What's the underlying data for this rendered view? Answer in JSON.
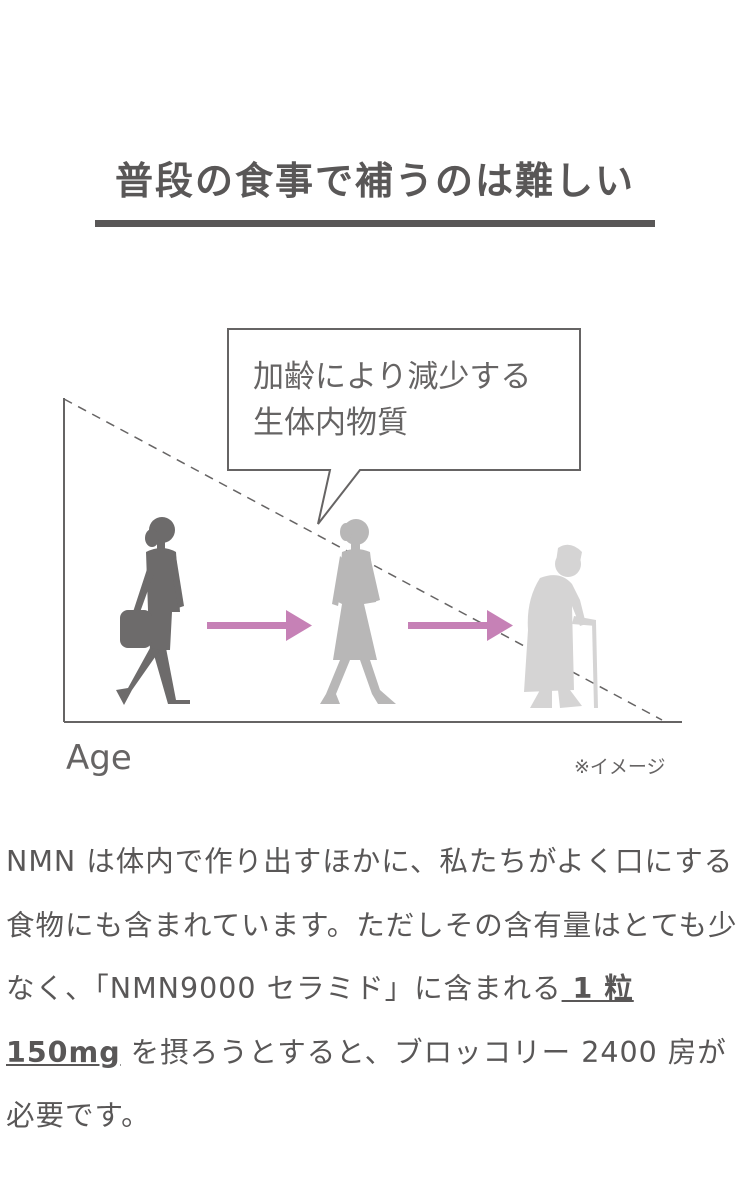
{
  "heading": {
    "title": "普段の食事で補うのは難しい"
  },
  "figure": {
    "bubble_text": "加齢により減少する\n生体内物質",
    "axis_label": "Age",
    "image_note": "※イメージ",
    "colors": {
      "arrow": "#c681b6",
      "axis": "#666464",
      "fig_young": "#6d6b6b",
      "fig_middle": "#b8b7b7",
      "fig_old": "#d5d4d4"
    }
  },
  "body": {
    "part1": "NMN は体内で作り出すほかに、私たちがよく口にする食物にも含まれています。ただしその含有量はとても少なく、「NMN9000 セラミド」に含まれる",
    "emphasis": " 1 粒 150mg",
    "part2": " を摂ろうとすると、ブロッコリー 2400 房が必要です。"
  }
}
